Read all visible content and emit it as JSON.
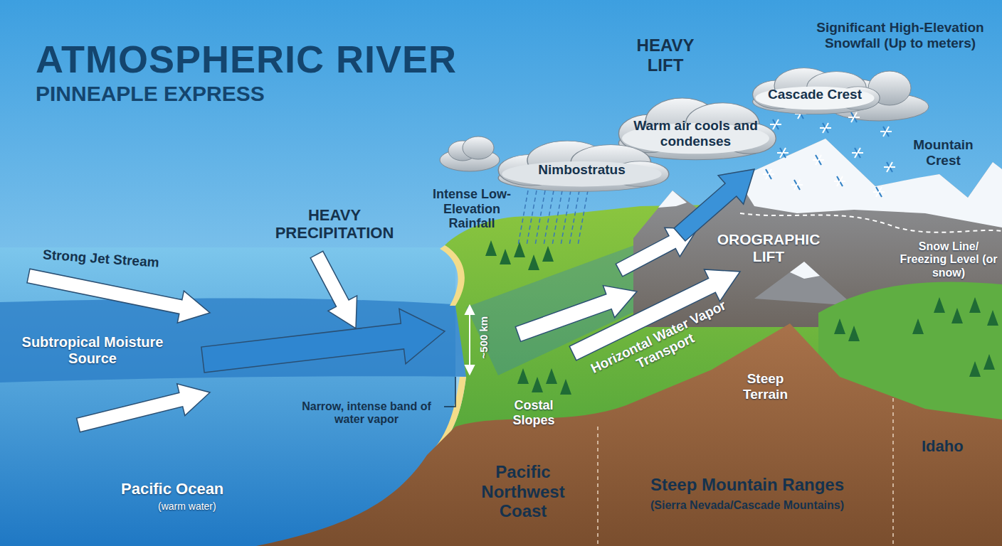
{
  "diagram": {
    "title": "ATMOSPHERIC RIVER",
    "nodes": [
      {
        "text": [
          "Cascade Crest"
        ]
      },
      {
        "text": [
          "Warm air cools and condenses"
        ]
      },
      {
        "text": [
          "Nimbostratus"
        ]
      }
    ],
    "labels": [
      "PINNEAPLE EXPRESS",
      "HEAVY LIFT",
      "Significant High-Elevation Snowfall (Up to meters)",
      "Mountain Crest",
      "Intense Low-Elevation Rainfall",
      "HEAVY PRECIPITATION",
      "Strong Jet Stream",
      "Subtropical Moisture Source",
      "~500 km",
      "Narrow, intense band of water vapor",
      "OROGRAPHIC LIFT",
      "Snow Line/ Freezing Level (or snow)",
      "Horizontal Water Vapor Transport",
      "Steep Terrain",
      "Costal Slopes",
      "Idaho",
      "Pacific Ocean",
      "(warm water)",
      "Pacific Northwest Coast",
      "Steep Mountain Ranges",
      "(Sierra Nevada/Cascade Mountains)"
    ]
  }
}
